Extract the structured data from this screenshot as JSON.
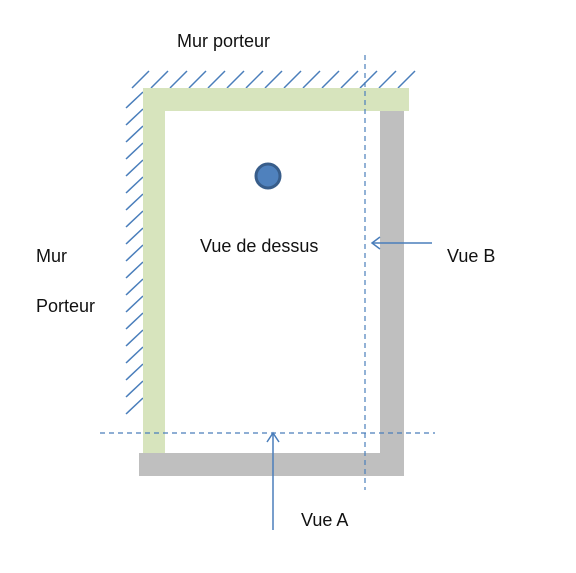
{
  "labels": {
    "bearing_wall_top": "Mur porteur",
    "top_view": "Vue de dessus",
    "view_b": "Vue B",
    "view_a": "Vue A",
    "bearing_wall_left_line1": "Mur",
    "bearing_wall_left_line2": "Porteur"
  },
  "colors": {
    "bearing_wall_fill": "#d7e4bd",
    "side_wall_fill": "#bfbfbf",
    "hatch_stroke": "#4a7ebb",
    "section_line": "#4a7ebb",
    "arrow": "#4a7ebb",
    "marker_fill": "#4f81bd",
    "marker_stroke": "#385d8a"
  },
  "icons": {
    "arrow_a": "arrow-up-icon",
    "arrow_b": "arrow-left-icon"
  }
}
